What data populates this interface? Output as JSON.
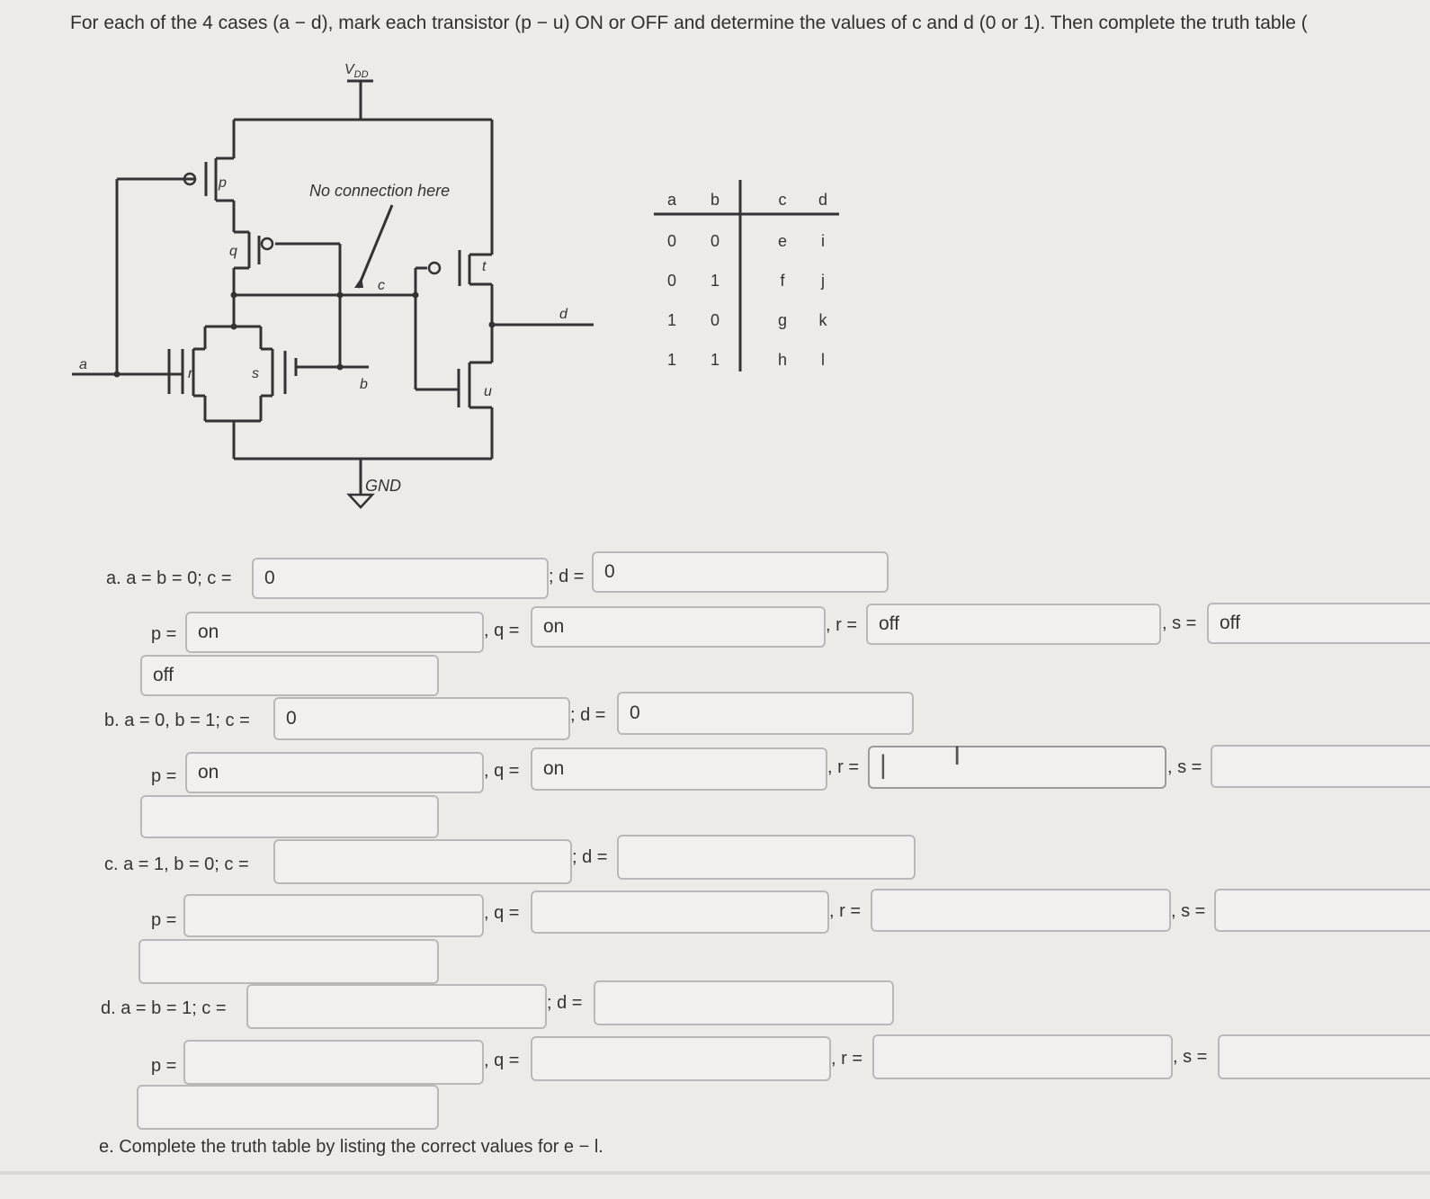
{
  "prompt": "For each of the 4 cases (a − d), mark each transistor (p − u) ON or OFF and determine the values of c and d (0 or 1). Then complete the truth table (",
  "circuit": {
    "vdd": "V",
    "vdd_sub": "DD",
    "gnd": "GND",
    "annotation": "No connection here",
    "labels": {
      "p": "p",
      "q": "q",
      "r": "r",
      "s": "s",
      "t": "t",
      "u": "u",
      "a": "a",
      "b": "b",
      "c": "c",
      "d": "d"
    }
  },
  "truth_table": {
    "headers": [
      "a",
      "b",
      "c",
      "d"
    ],
    "rows": [
      [
        "0",
        "0",
        "e",
        "i"
      ],
      [
        "0",
        "1",
        "f",
        "j"
      ],
      [
        "1",
        "0",
        "g",
        "k"
      ],
      [
        "1",
        "1",
        "h",
        "l"
      ]
    ]
  },
  "cases": {
    "a": {
      "label": "a.  a = b = 0; c =",
      "c": "0",
      "d_label": "; d =",
      "d": "0",
      "p": "on",
      "q": "on",
      "r": "off",
      "s": "off",
      "t": "off",
      "u": ""
    },
    "b": {
      "label": "b.  a = 0, b = 1; c =",
      "c": "0",
      "d_label": "; d =",
      "d": "0",
      "p": "on",
      "q": "on",
      "r": "",
      "s": "",
      "t": "",
      "u": ""
    },
    "c": {
      "label": "c.  a = 1, b = 0; c =",
      "c": "",
      "d_label": "; d =",
      "d": "",
      "p": "",
      "q": "",
      "r": "",
      "s": "",
      "t": "",
      "u": ""
    },
    "d": {
      "label": "d.  a = b = 1; c =",
      "c": "",
      "d_label": "; d =",
      "d": "",
      "p": "",
      "q": "",
      "r": "",
      "s": "",
      "t": "",
      "u": ""
    }
  },
  "field_labels": {
    "p": "p =",
    "q": ", q =",
    "r": ", r =",
    "s": ", s ="
  },
  "e_label": "e.  Complete the truth table by listing the correct values for e − l."
}
